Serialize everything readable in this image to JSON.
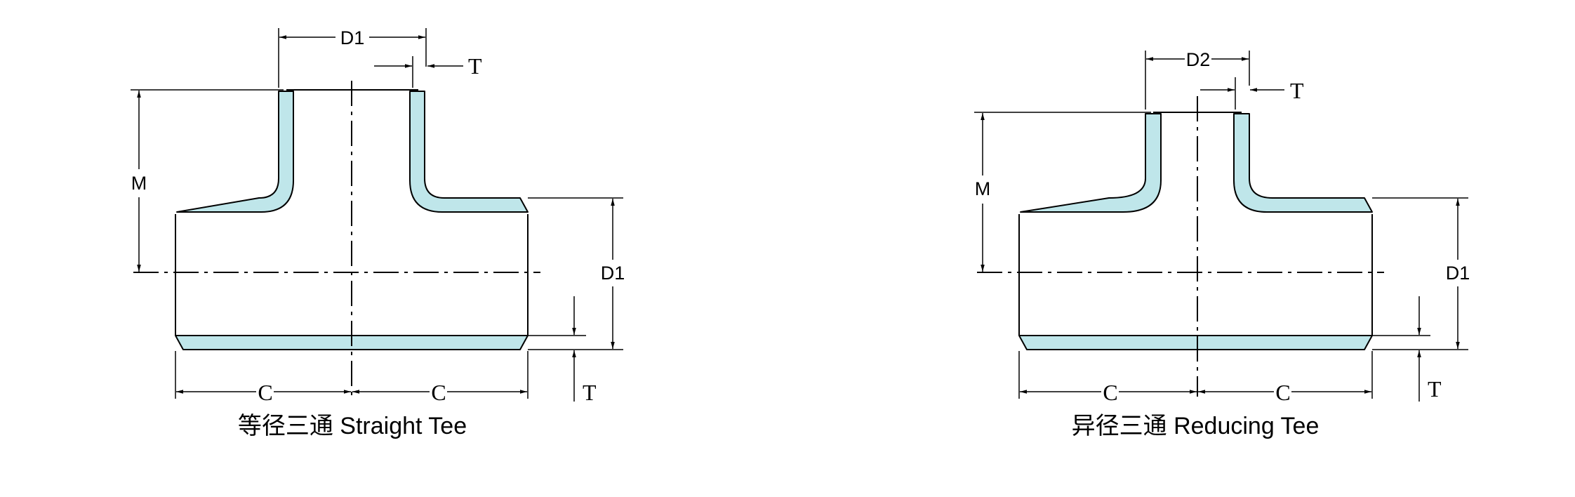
{
  "drawings": [
    {
      "label_top_diameter": "D1",
      "label_thickness_top": "T",
      "label_height": "M",
      "label_run_diameter": "D1",
      "label_thickness_bottom": "T",
      "label_c_left": "C",
      "label_c_right": "C",
      "caption": "等径三通 Straight Tee"
    },
    {
      "label_top_diameter": "D2",
      "label_thickness_top": "T",
      "label_height": "M",
      "label_run_diameter": "D1",
      "label_thickness_bottom": "T",
      "label_c_left": "C",
      "label_c_right": "C",
      "caption": "异径三通 Reducing Tee"
    }
  ],
  "colors": {
    "wall_fill": "#bfe6ea",
    "line": "#000000"
  }
}
